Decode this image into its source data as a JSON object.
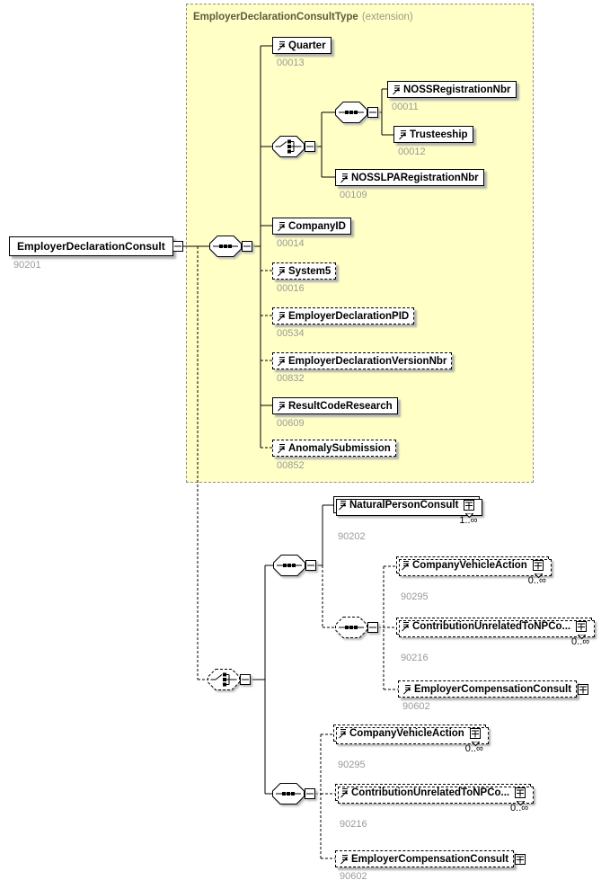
{
  "palette": {
    "canvas_bg": "#ffffff",
    "extension_bg": "#ffffc6",
    "extension_border": "#8c8c8c",
    "line_color": "#000000",
    "id_text_color": "#9a9a9a",
    "header_title_color": "#5c5c3d",
    "shadow_color": "#b0b0b0"
  },
  "icons": {
    "element": "element-icon (lines + ne-arrow)",
    "collapse": "−",
    "expand": "+",
    "sequence": "sequence-connector",
    "choice": "choice-connector",
    "multi_notch": "⌄"
  },
  "extension": {
    "title": "EmployerDeclarationConsultType",
    "suffix": "(extension)"
  },
  "nodes": {
    "root": {
      "label": "EmployerDeclarationConsult",
      "id": "90201"
    },
    "quarter": {
      "label": "Quarter",
      "id": "00013"
    },
    "noss_registration_nbr": {
      "label": "NOSSRegistrationNbr",
      "id": "00011"
    },
    "trusteeship": {
      "label": "Trusteeship",
      "id": "00012"
    },
    "nosslpa_registration_nbr": {
      "label": "NOSSLPARegistrationNbr",
      "id": "00109"
    },
    "company_id": {
      "label": "CompanyID",
      "id": "00014"
    },
    "system5": {
      "label": "System5",
      "id": "00016"
    },
    "employer_declaration_pid": {
      "label": "EmployerDeclarationPID",
      "id": "00534"
    },
    "employer_declaration_version_nbr": {
      "label": "EmployerDeclarationVersionNbr",
      "id": "00832"
    },
    "result_code_research": {
      "label": "ResultCodeResearch",
      "id": "00609"
    },
    "anomaly_submission": {
      "label": "AnomalySubmission",
      "id": "00852"
    },
    "natural_person_consult": {
      "label": "NaturalPersonConsult",
      "id": "90202",
      "occurs": "1..∞"
    },
    "company_vehicle_action_a": {
      "label": "CompanyVehicleAction",
      "id": "90295",
      "occurs": "0..∞"
    },
    "contribution_unrelated_a": {
      "label": "ContributionUnrelatedToNPCo...",
      "id": "90216",
      "occurs": "0..∞"
    },
    "employer_compensation_a": {
      "label": "EmployerCompensationConsult",
      "id": "90602"
    },
    "company_vehicle_action_b": {
      "label": "CompanyVehicleAction",
      "id": "90295",
      "occurs": "0..∞"
    },
    "contribution_unrelated_b": {
      "label": "ContributionUnrelatedToNPCo...",
      "id": "90216",
      "occurs": "0..∞"
    },
    "employer_compensation_b": {
      "label": "EmployerCompensationConsult",
      "id": "90602"
    }
  }
}
